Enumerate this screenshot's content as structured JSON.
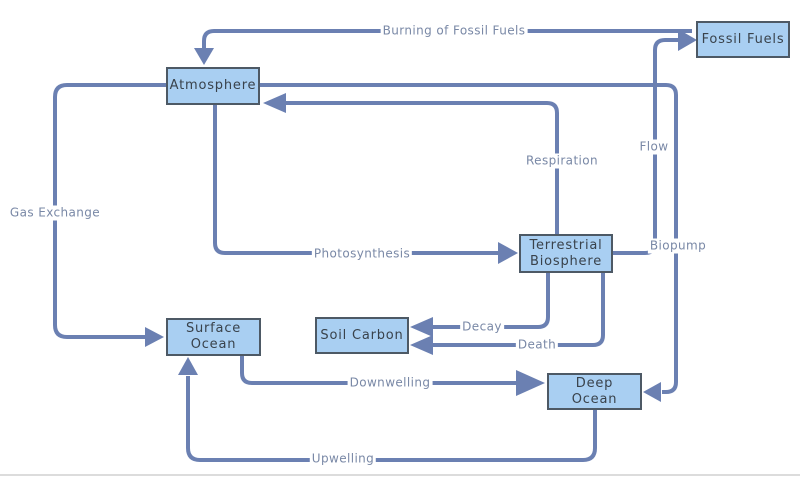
{
  "diagram": {
    "nodes": {
      "atmosphere": {
        "label": "Atmosphere"
      },
      "fossil_fuels": {
        "label": "Fossil Fuels"
      },
      "terrestrial_biosphere": {
        "label": "Terrestrial Biosphere"
      },
      "surface_ocean": {
        "label": "Surface Ocean"
      },
      "soil_carbon": {
        "label": "Soil Carbon"
      },
      "deep_ocean": {
        "label": "Deep Ocean"
      }
    },
    "edges": {
      "burning": {
        "label": "Burning of Fossil Fuels",
        "from": "Fossil Fuels",
        "to": "Atmosphere"
      },
      "gas_exchange": {
        "label": "Gas Exchange",
        "from": "Atmosphere",
        "to": "Surface Ocean"
      },
      "respiration": {
        "label": "Respiration",
        "from": "Terrestrial Biosphere",
        "to": "Atmosphere"
      },
      "flow": {
        "label": "Flow",
        "from": "Terrestrial Biosphere",
        "to": "Fossil Fuels"
      },
      "photosynthesis": {
        "label": "Photosynthesis",
        "from": "Atmosphere",
        "to": "Terrestrial Biosphere"
      },
      "biopump": {
        "label": "Biopump",
        "from": "Atmosphere",
        "to": "Deep Ocean"
      },
      "decay": {
        "label": "Decay",
        "from": "Terrestrial Biosphere",
        "to": "Soil Carbon"
      },
      "death": {
        "label": "Death",
        "from": "Terrestrial Biosphere",
        "to": "Soil Carbon"
      },
      "downwelling": {
        "label": "Downwelling",
        "from": "Surface Ocean",
        "to": "Deep Ocean"
      },
      "upwelling": {
        "label": "Upwelling",
        "from": "Deep Ocean",
        "to": "Surface Ocean"
      }
    },
    "colors": {
      "canvas_bg": "#ffffff",
      "node_fill": "#a9cff2",
      "node_border": "#4d5965",
      "node_text": "#39424b",
      "connector": "#6b80b2",
      "label_text": "#7988a6",
      "bottom_rule": "#dcdcdc"
    }
  }
}
